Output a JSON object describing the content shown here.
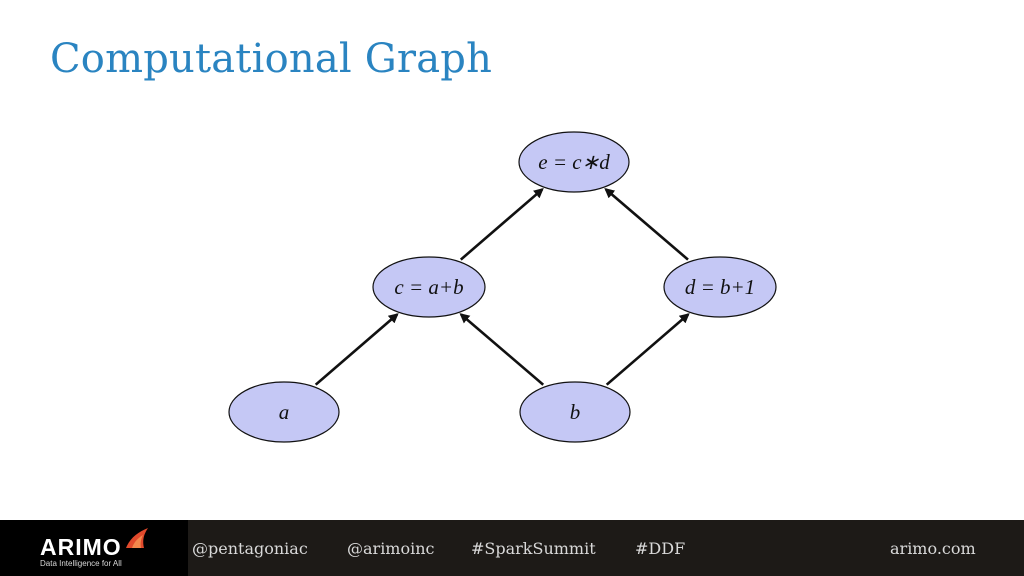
{
  "slide": {
    "title": "Computational Graph"
  },
  "graph": {
    "nodes": [
      {
        "id": "e",
        "label": "e = c∗d"
      },
      {
        "id": "c",
        "label": "c = a+b"
      },
      {
        "id": "d",
        "label": "d = b+1"
      },
      {
        "id": "a",
        "label": "a"
      },
      {
        "id": "b",
        "label": "b"
      }
    ],
    "edges": [
      [
        "a",
        "c"
      ],
      [
        "b",
        "c"
      ],
      [
        "b",
        "d"
      ],
      [
        "c",
        "e"
      ],
      [
        "d",
        "e"
      ]
    ],
    "node_fill": "#c5c8f5",
    "node_stroke": "#111111"
  },
  "footer": {
    "logo": "ARIMO",
    "tagline": "Data Intelligence for All",
    "links": [
      "@pentagoniac",
      "@arimoinc",
      "#SparkSummit",
      "#DDF"
    ],
    "website": "arimo.com",
    "accent": "#e14a2c"
  }
}
